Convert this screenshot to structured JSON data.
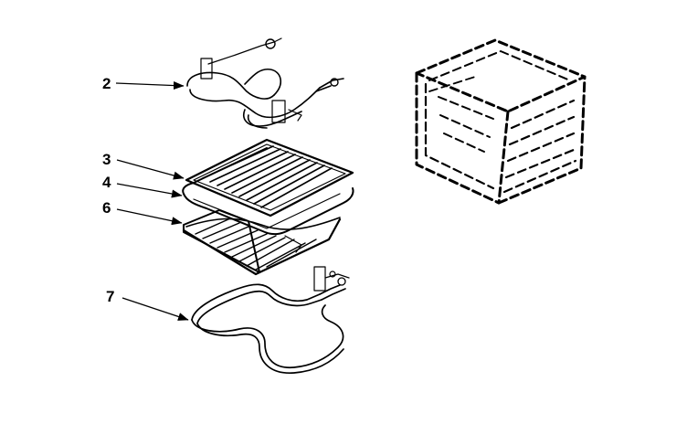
{
  "diagram": {
    "callouts": [
      {
        "id": "broil-element",
        "label": "2"
      },
      {
        "id": "broiler-grid",
        "label": "3"
      },
      {
        "id": "broiler-pan-insert",
        "label": "4"
      },
      {
        "id": "broiler-pan",
        "label": "6"
      },
      {
        "id": "bake-element",
        "label": "7"
      }
    ],
    "colors": {
      "line": "#000000",
      "background": "#ffffff"
    }
  }
}
